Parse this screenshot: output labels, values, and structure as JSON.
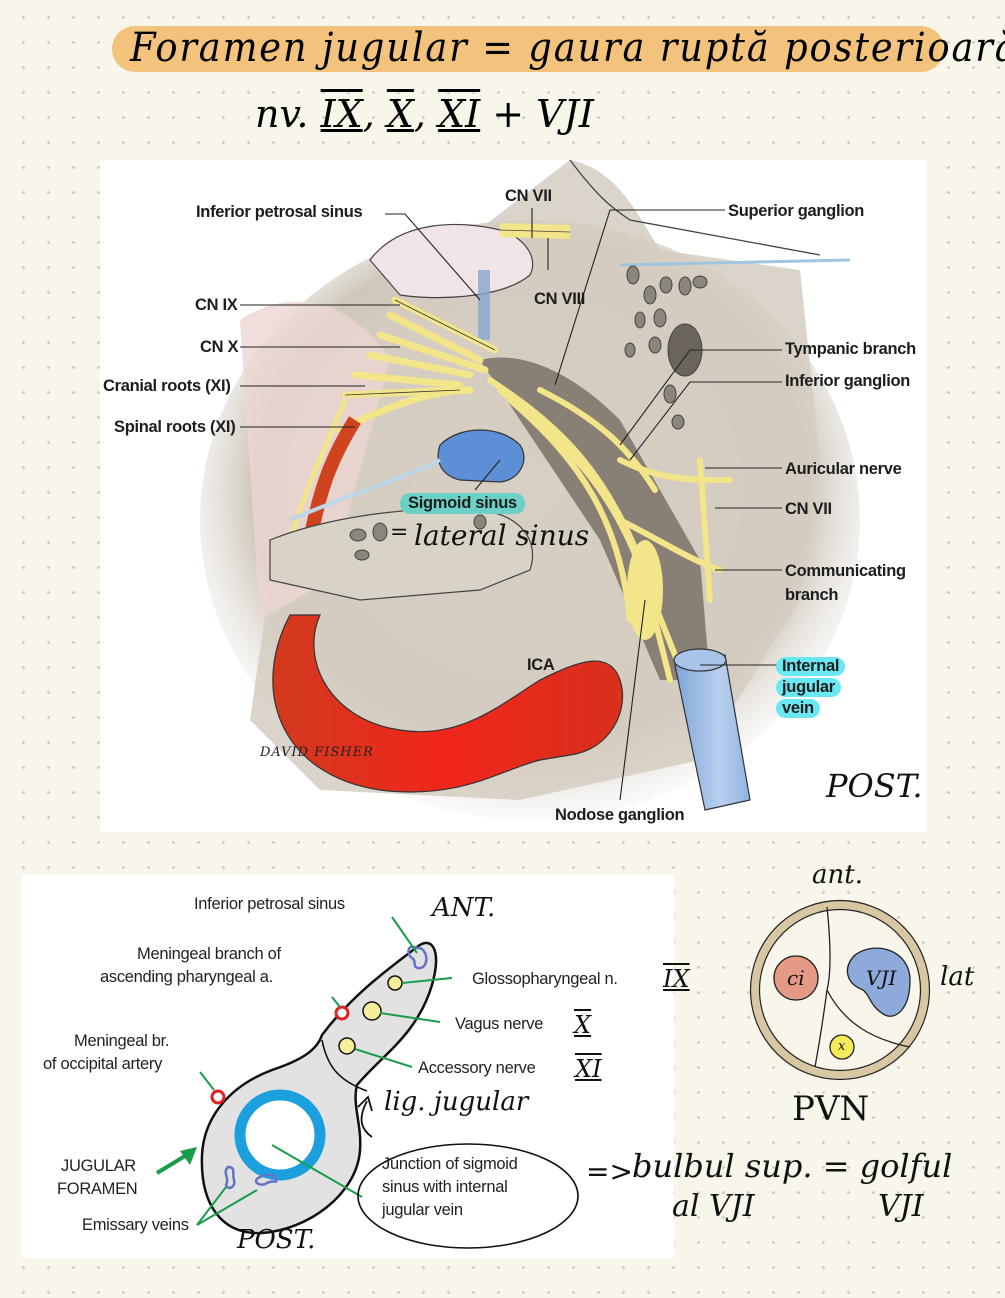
{
  "header": {
    "title": "Foramen jugular = gaura ruptă posterioară",
    "subtitle_prefix": "nv.",
    "subtitle_nerves": [
      "IX",
      "X",
      "XI"
    ],
    "subtitle_suffix": "+ VJI",
    "highlight_color": "#f3c27d"
  },
  "figure1": {
    "labels": {
      "inferior_petrosal_sinus": "Inferior petrosal sinus",
      "cn_vii_top": "CN VII",
      "cn_viii": "CN VIII",
      "superior_ganglion": "Superior ganglion",
      "cn_ix": "CN IX",
      "cn_x": "CN X",
      "cranial_roots": "Cranial roots (XI)",
      "spinal_roots": "Spinal roots (XI)",
      "tympanic_branch": "Tympanic branch",
      "inferior_ganglion": "Inferior ganglion",
      "auricular_nerve": "Auricular nerve",
      "cn_vii_right": "CN VII",
      "communicating_branch_1": "Communicating",
      "communicating_branch_2": "branch",
      "sigmoid_sinus": "Sigmoid sinus",
      "ica": "ICA",
      "internal_jugular_1": "Internal",
      "internal_jugular_2": "jugular",
      "internal_jugular_3": "vein",
      "nodose_ganglion": "Nodose ganglion",
      "artist_signature": "DAVID FISHER"
    },
    "handwritten": {
      "equals": "=",
      "lateral_sinus": "lateral sinus",
      "post": "POST."
    },
    "colors": {
      "nerve": "#f2e58a",
      "artery": "#e8261e",
      "vein": "#8fb3e0",
      "bone": "#d9d2c6",
      "teal_highlight": "#6bd1c6",
      "cyan_highlight": "#6ae8f2"
    }
  },
  "figure2": {
    "labels": {
      "inferior_petrosal_sinus": "Inferior petrosal sinus",
      "meningeal_ascending_1": "Meningeal branch of",
      "meningeal_ascending_2": "ascending pharyngeal a.",
      "glossopharyngeal": "Glossopharyngeal n.",
      "vagus": "Vagus nerve",
      "accessory": "Accessory nerve",
      "meningeal_occipital_1": "Meningeal br.",
      "meningeal_occipital_2": "of occipital artery",
      "jugular_foramen_1": "JUGULAR",
      "jugular_foramen_2": "FORAMEN",
      "emissary_veins": "Emissary veins",
      "junction_1": "Junction of sigmoid",
      "junction_2": "sinus with internal",
      "junction_3": "jugular vein"
    },
    "handwritten": {
      "ant": "ANT.",
      "post": "POST.",
      "ix": "IX",
      "x": "X",
      "xi": "XI",
      "lig_jugular": "lig. jugular"
    }
  },
  "notes": {
    "bulb_arrow": "=>",
    "bulb_line1": "bulbul sup. = golful",
    "bulb_line2a": "al VJI",
    "bulb_line2b": "VJI"
  },
  "pvn_diagram": {
    "top": "ant.",
    "right": "lat",
    "bottom": "PVN",
    "ci": "ci",
    "vji": "VJI",
    "x": "x",
    "colors": {
      "ring": "#d7c7a3",
      "ci": "#e59a85",
      "vji": "#8eaadb",
      "x": "#f4ec5a"
    }
  }
}
